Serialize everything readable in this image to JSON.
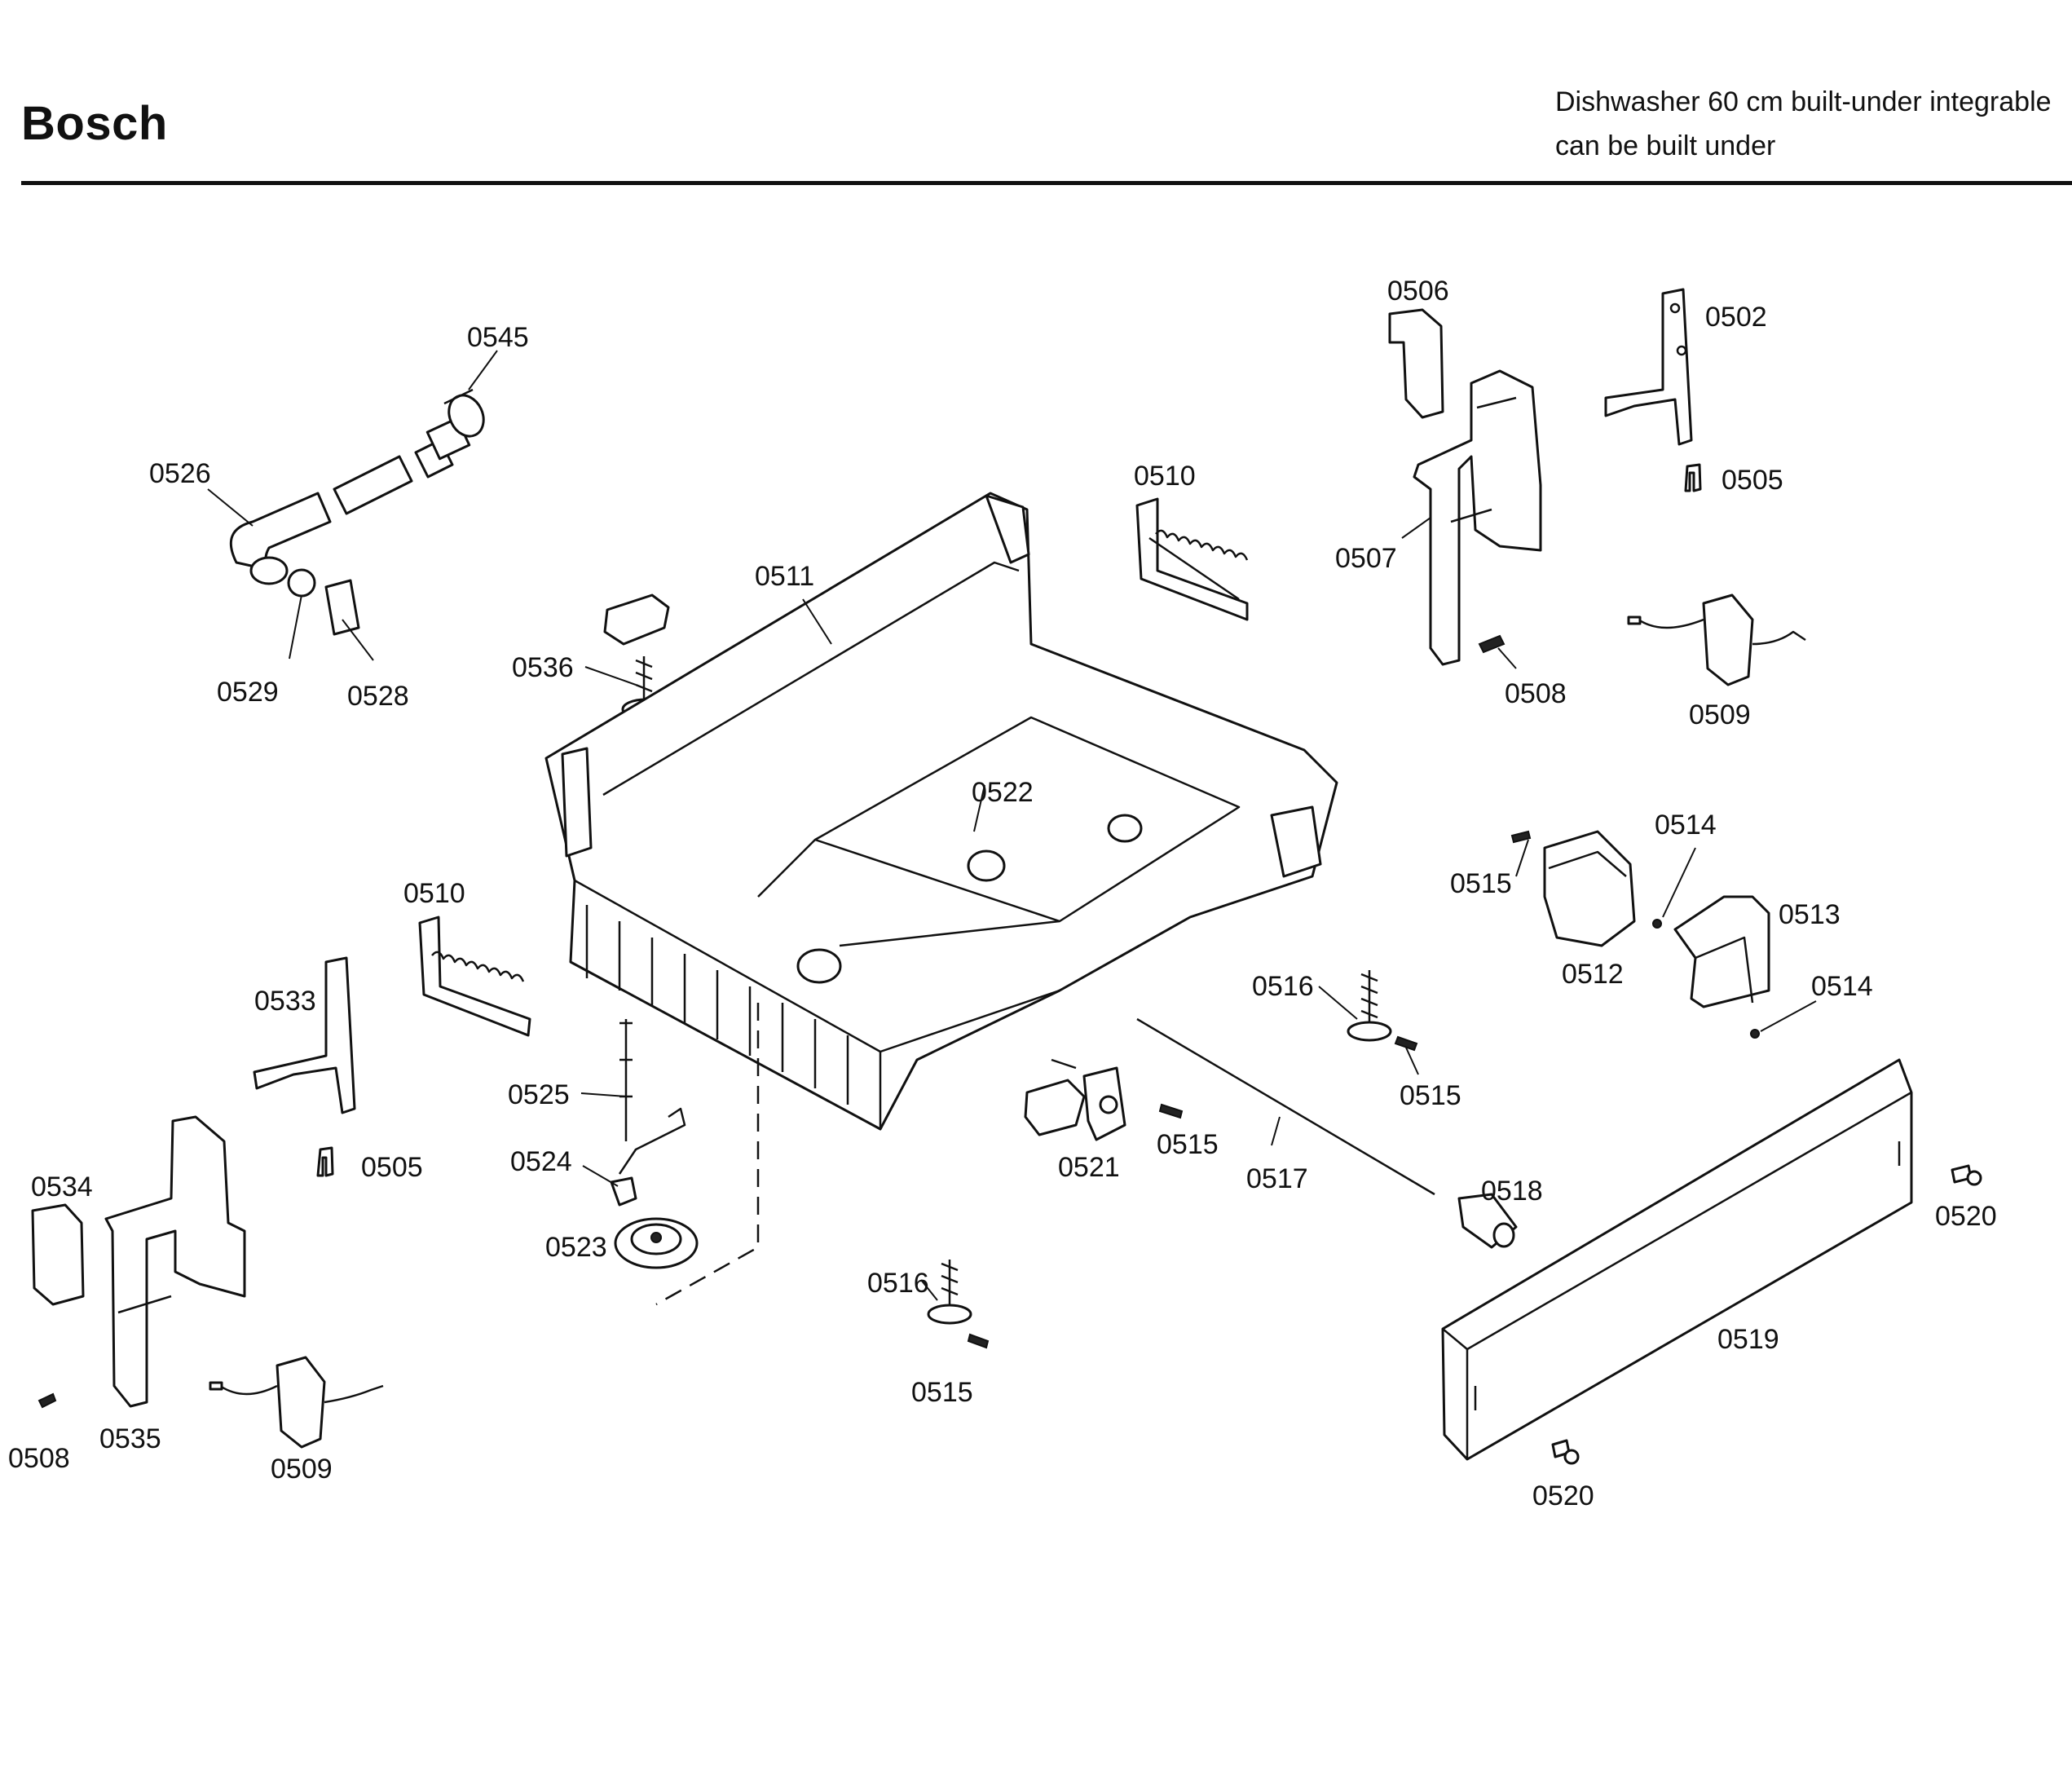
{
  "header": {
    "brand": "Bosch",
    "subtitle_line1": "Dishwasher 60 cm built-under integrable",
    "subtitle_line2": "can be built under"
  },
  "callouts": [
    {
      "id": "c0545",
      "label": "0545"
    },
    {
      "id": "c0526",
      "label": "0526"
    },
    {
      "id": "c0529",
      "label": "0529"
    },
    {
      "id": "c0528",
      "label": "0528"
    },
    {
      "id": "c0536",
      "label": "0536"
    },
    {
      "id": "c0511",
      "label": "0511"
    },
    {
      "id": "c0510a",
      "label": "0510"
    },
    {
      "id": "c0506",
      "label": "0506"
    },
    {
      "id": "c0502",
      "label": "0502"
    },
    {
      "id": "c0505a",
      "label": "0505"
    },
    {
      "id": "c0507",
      "label": "0507"
    },
    {
      "id": "c0508a",
      "label": "0508"
    },
    {
      "id": "c0509a",
      "label": "0509"
    },
    {
      "id": "c0522",
      "label": "0522"
    },
    {
      "id": "c0514a",
      "label": "0514"
    },
    {
      "id": "c0515a",
      "label": "0515"
    },
    {
      "id": "c0513",
      "label": "0513"
    },
    {
      "id": "c0512",
      "label": "0512"
    },
    {
      "id": "c0514b",
      "label": "0514"
    },
    {
      "id": "c0516a",
      "label": "0516"
    },
    {
      "id": "c0515b",
      "label": "0515"
    },
    {
      "id": "c0510b",
      "label": "0510"
    },
    {
      "id": "c0533",
      "label": "0533"
    },
    {
      "id": "c0505b",
      "label": "0505"
    },
    {
      "id": "c0525",
      "label": "0525"
    },
    {
      "id": "c0524",
      "label": "0524"
    },
    {
      "id": "c0523",
      "label": "0523"
    },
    {
      "id": "c0521",
      "label": "0521"
    },
    {
      "id": "c0515c",
      "label": "0515"
    },
    {
      "id": "c0517",
      "label": "0517"
    },
    {
      "id": "c0518",
      "label": "0518"
    },
    {
      "id": "c0520a",
      "label": "0520"
    },
    {
      "id": "c0534",
      "label": "0534"
    },
    {
      "id": "c0516b",
      "label": "0516"
    },
    {
      "id": "c0519",
      "label": "0519"
    },
    {
      "id": "c0515d",
      "label": "0515"
    },
    {
      "id": "c0508b",
      "label": "0508"
    },
    {
      "id": "c0535",
      "label": "0535"
    },
    {
      "id": "c0509b",
      "label": "0509"
    },
    {
      "id": "c0520b",
      "label": "0520"
    }
  ]
}
